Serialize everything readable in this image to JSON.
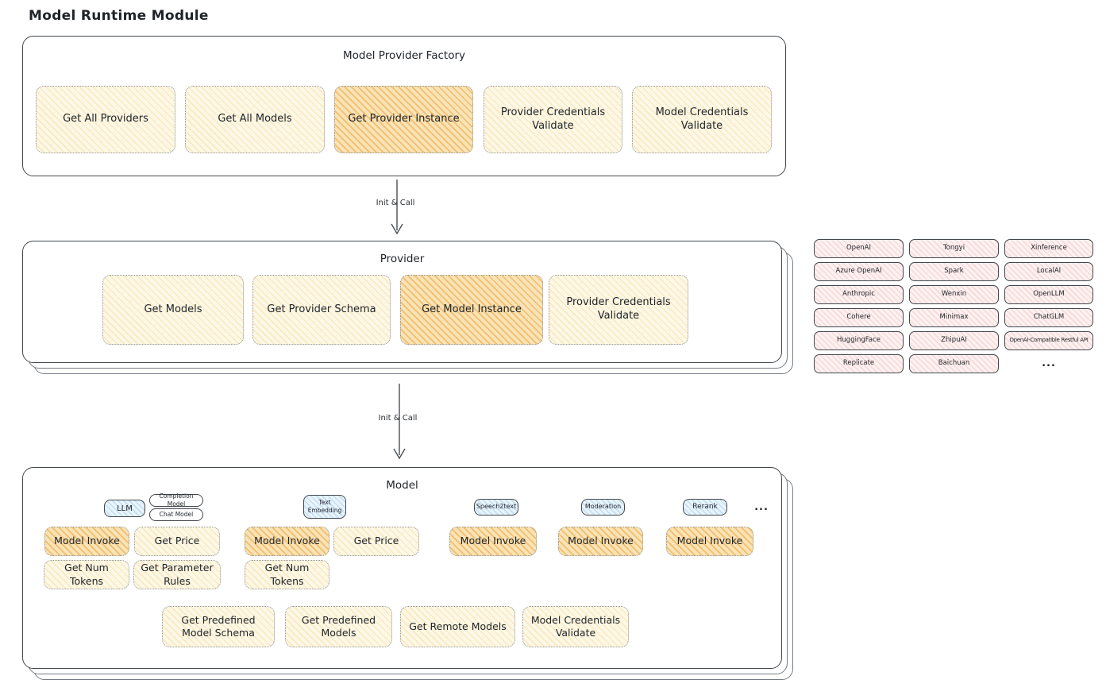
{
  "page_title": "Model Runtime Module",
  "colors": {
    "cream_fill": "#fdf8e6",
    "highlight_fill": "#f8e4b8",
    "highlight_hatch": "#ee A028",
    "pink_fill": "#fdf1f1",
    "blue_fill": "#e9f4fc",
    "border_dark": "#43484d",
    "border_dotted": "#8d949b"
  },
  "arrow1": {
    "label": "Init & Call"
  },
  "arrow2": {
    "label": "Init & Call"
  },
  "factory": {
    "title": "Model Provider Factory",
    "boxes": [
      "Get All Providers",
      "Get All Models",
      "Get Provider Instance",
      "Provider Credentials Validate",
      "Model Credentials Validate"
    ]
  },
  "provider": {
    "title": "Provider",
    "boxes": [
      "Get Models",
      "Get Provider Schema",
      "Get Model Instance",
      "Provider Credentials Validate"
    ]
  },
  "providers_list": {
    "rows": [
      [
        "OpenAI",
        "Tongyi",
        "Xinference"
      ],
      [
        "Azure OpenAI",
        "Spark",
        "LocalAI"
      ],
      [
        "Anthropic",
        "Wenxin",
        "OpenLLM"
      ],
      [
        "Cohere",
        "Minimax",
        "ChatGLM"
      ],
      [
        "HuggingFace",
        "ZhipuAI",
        "OpenAI-Compatible Restful API"
      ],
      [
        "Replicate",
        "Baichuan",
        "..."
      ]
    ]
  },
  "model": {
    "title": "Model",
    "badges": {
      "llm": "LLM",
      "completion": "Completion Model",
      "chat": "Chat Model",
      "text_embedding": "Text Embedding",
      "speech2text": "Speech2text",
      "moderation": "Moderation",
      "rerank": "Rerank",
      "ellipsis": "..."
    },
    "llm_group": {
      "row1": [
        "Model Invoke",
        "Get Price"
      ],
      "row2": [
        "Get Num Tokens",
        "Get Parameter Rules"
      ]
    },
    "embedding_group": {
      "row1": [
        "Model Invoke",
        "Get Price"
      ],
      "row2": [
        "Get Num Tokens"
      ]
    },
    "speech2text_group": {
      "row1": [
        "Model Invoke"
      ]
    },
    "moderation_group": {
      "row1": [
        "Model Invoke"
      ]
    },
    "rerank_group": {
      "row1": [
        "Model Invoke"
      ]
    },
    "bottom_row": [
      "Get Predefined Model Schema",
      "Get Predefined Models",
      "Get Remote Models",
      "Model Credentials Validate"
    ]
  }
}
